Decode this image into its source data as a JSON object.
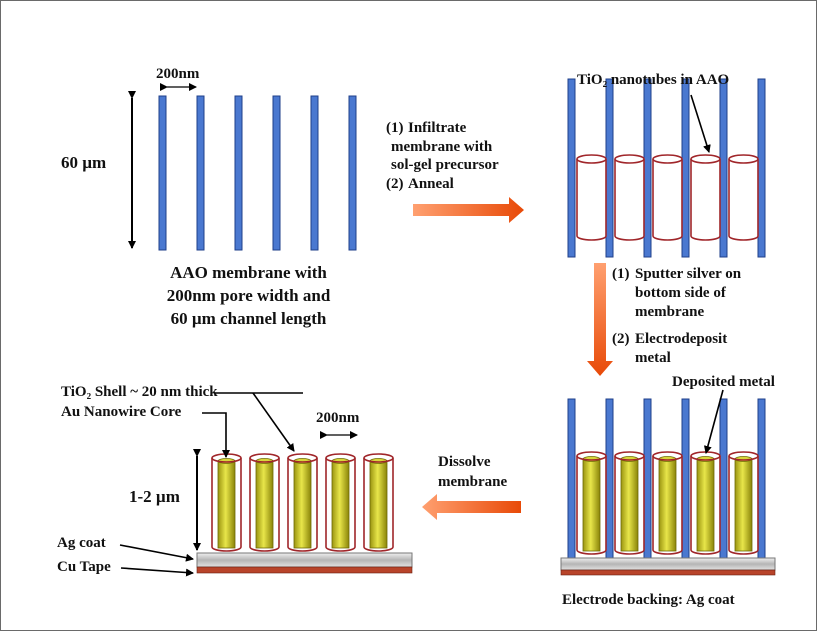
{
  "step1": {
    "pore_width": "200nm",
    "length": "60 µm",
    "caption": [
      "AAO membrane with",
      "200nm pore width and",
      "60 µm channel length"
    ]
  },
  "step2": {
    "label": "TiO₂ nanotubes in AAO",
    "process": [
      "(1)",
      "Infiltrate",
      "membrane with",
      "sol-gel precursor",
      "(2)",
      "Anneal"
    ]
  },
  "step3": {
    "process": [
      "(1)",
      "Sputter silver on",
      "bottom side of",
      "membrane",
      "(2)",
      "Electrodeposit",
      "metal"
    ],
    "label": "Deposited metal",
    "backing": "Electrode backing: Ag coat"
  },
  "step4": {
    "process": [
      "Dissolve",
      "membrane"
    ],
    "shell": "TiO₂ Shell ~ 20 nm thick",
    "core": "Au Nanowire Core",
    "spacing": "200nm",
    "height": "1-2 µm",
    "ag": "Ag coat",
    "cu": "Cu Tape"
  },
  "colors": {
    "pore_wall": "#4a78d0",
    "pore_outline": "#1f3f8a",
    "tube": "#a0262a",
    "metal": "#c8c414",
    "arrow": "#f05a14",
    "silver": "#c9c9c9",
    "copper": "#b8442a"
  }
}
